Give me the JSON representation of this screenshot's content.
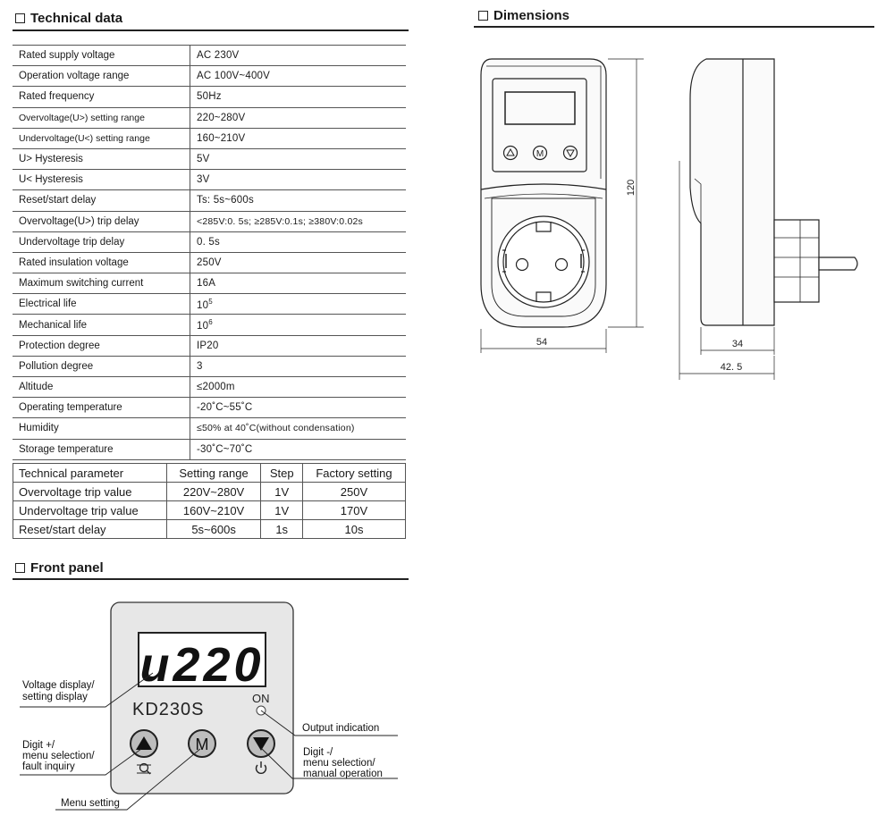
{
  "technical": {
    "title": "Technical data",
    "rows": [
      {
        "label": "Rated supply voltage",
        "value": "AC 230V"
      },
      {
        "label": "Operation voltage range",
        "value": "AC 100V~400V"
      },
      {
        "label": "Rated frequency",
        "value": "50Hz"
      },
      {
        "label": "Overvoltage(U>) setting range",
        "value": "220~280V"
      },
      {
        "label": "Undervoltage(U<) setting range",
        "value": "160~210V"
      },
      {
        "label": "U> Hysteresis",
        "value": "5V"
      },
      {
        "label": "U< Hysteresis",
        "value": "3V"
      },
      {
        "label": "Reset/start delay",
        "value": "Ts: 5s~600s"
      },
      {
        "label": "Overvoltage(U>) trip delay",
        "value": "<285V:0. 5s; ≥285V:0.1s; ≥380V:0.02s"
      },
      {
        "label": "Undervoltage trip delay",
        "value": "0. 5s"
      },
      {
        "label": "Rated insulation voltage",
        "value": "250V"
      },
      {
        "label": "Maximum switching current",
        "value": "16A"
      },
      {
        "label": "Electrical life",
        "value": "10",
        "sup": "5"
      },
      {
        "label": "Mechanical life",
        "value": "10",
        "sup": "6"
      },
      {
        "label": "Protection degree",
        "value": "IP20"
      },
      {
        "label": "Pollution degree",
        "value": "3"
      },
      {
        "label": "Altitude",
        "value": "≤2000m"
      },
      {
        "label": "Operating temperature",
        "value": "-20˚C~55˚C"
      },
      {
        "label": "Humidity",
        "value": "≤50% at 40˚C(without condensation)"
      },
      {
        "label": "Storage temperature",
        "value": "-30˚C~70˚C"
      }
    ]
  },
  "parameters": {
    "headers": [
      "Technical  parameter",
      "Setting range",
      "Step",
      "Factory setting"
    ],
    "rows": [
      [
        "Overvoltage trip value",
        "220V~280V",
        "1V",
        "250V"
      ],
      [
        "Undervoltage trip value",
        "160V~210V",
        "1V",
        "170V"
      ],
      [
        "Reset/start delay",
        "5s~600s",
        "1s",
        "10s"
      ]
    ]
  },
  "dimensions": {
    "title": "Dimensions",
    "height": "120",
    "width": "54",
    "depth_body": "34",
    "depth_total": "42. 5"
  },
  "front_panel": {
    "title": "Front panel",
    "display_value": "u220",
    "model": "KD230S",
    "on_label": "ON",
    "button_up": "▲",
    "button_menu": "M",
    "button_down": "▼",
    "callouts": {
      "voltage_display_1": "Voltage display/",
      "voltage_display_2": "setting display",
      "output": "Output indication",
      "digit_plus_1": "Digit +/",
      "digit_plus_2": "menu selection/",
      "digit_plus_3": "fault inquiry",
      "digit_minus_1": "Digit -/",
      "digit_minus_2": "menu selection/",
      "digit_minus_3": "manual operation",
      "menu": "Menu setting"
    }
  }
}
